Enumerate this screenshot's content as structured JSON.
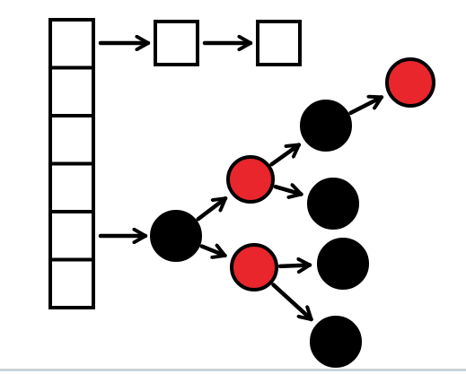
{
  "colors": {
    "background": "#ffffff",
    "stroke": "#000000",
    "node_black": "#000000",
    "node_red": "#e8262b",
    "rule": "#c9d4dc"
  },
  "diagram": {
    "array": {
      "cell_count": 6
    },
    "chain_from_cell": 1,
    "chain_length": 2,
    "tree_from_cell": 5,
    "tree": {
      "root": {
        "id": "n0",
        "color": "black"
      },
      "nodes": [
        {
          "id": "n1",
          "color": "red",
          "parent": "n0"
        },
        {
          "id": "n2",
          "color": "red",
          "parent": "n0"
        },
        {
          "id": "n3",
          "color": "black",
          "parent": "n1"
        },
        {
          "id": "n4",
          "color": "black",
          "parent": "n1"
        },
        {
          "id": "n5",
          "color": "black",
          "parent": "n2"
        },
        {
          "id": "n6",
          "color": "black",
          "parent": "n2"
        },
        {
          "id": "n7",
          "color": "red",
          "parent": "n3"
        }
      ]
    }
  }
}
